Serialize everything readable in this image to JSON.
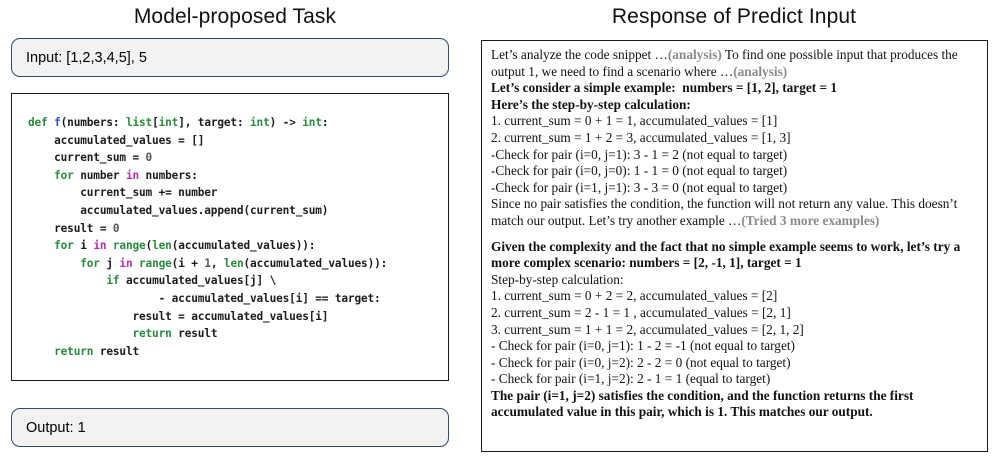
{
  "left": {
    "title": "Model-proposed Task",
    "input_label": "Input: [1,2,3,4,5], 5",
    "output_label": "Output: 1",
    "code_lines": [
      {
        "tokens": [
          {
            "t": "def",
            "c": "kw"
          },
          {
            "t": " ",
            "c": ""
          },
          {
            "t": "f",
            "c": "fn"
          },
          {
            "t": "(numbers: ",
            "c": ""
          },
          {
            "t": "list",
            "c": "bi"
          },
          {
            "t": "[",
            "c": ""
          },
          {
            "t": "int",
            "c": "bi"
          },
          {
            "t": "], target: ",
            "c": ""
          },
          {
            "t": "int",
            "c": "bi"
          },
          {
            "t": ") -> ",
            "c": ""
          },
          {
            "t": "int",
            "c": "bi"
          },
          {
            "t": ":",
            "c": ""
          }
        ]
      },
      {
        "tokens": [
          {
            "t": "    accumulated_values = []",
            "c": ""
          }
        ]
      },
      {
        "tokens": [
          {
            "t": "    current_sum = ",
            "c": ""
          },
          {
            "t": "0",
            "c": "num"
          }
        ]
      },
      {
        "tokens": [
          {
            "t": "    ",
            "c": ""
          },
          {
            "t": "for",
            "c": "kw"
          },
          {
            "t": " number ",
            "c": ""
          },
          {
            "t": "in",
            "c": "op"
          },
          {
            "t": " numbers:",
            "c": ""
          }
        ]
      },
      {
        "tokens": [
          {
            "t": "        current_sum += number",
            "c": ""
          }
        ]
      },
      {
        "tokens": [
          {
            "t": "        accumulated_values.append(current_sum)",
            "c": ""
          }
        ]
      },
      {
        "tokens": [
          {
            "t": "    result = ",
            "c": ""
          },
          {
            "t": "0",
            "c": "num"
          }
        ]
      },
      {
        "tokens": [
          {
            "t": "    ",
            "c": ""
          },
          {
            "t": "for",
            "c": "kw"
          },
          {
            "t": " i ",
            "c": ""
          },
          {
            "t": "in",
            "c": "op"
          },
          {
            "t": " ",
            "c": ""
          },
          {
            "t": "range",
            "c": "bi"
          },
          {
            "t": "(",
            "c": ""
          },
          {
            "t": "len",
            "c": "bi"
          },
          {
            "t": "(accumulated_values)):",
            "c": ""
          }
        ]
      },
      {
        "tokens": [
          {
            "t": "        ",
            "c": ""
          },
          {
            "t": "for",
            "c": "kw"
          },
          {
            "t": " j ",
            "c": ""
          },
          {
            "t": "in",
            "c": "op"
          },
          {
            "t": " ",
            "c": ""
          },
          {
            "t": "range",
            "c": "bi"
          },
          {
            "t": "(i + ",
            "c": ""
          },
          {
            "t": "1",
            "c": "num"
          },
          {
            "t": ", ",
            "c": ""
          },
          {
            "t": "len",
            "c": "bi"
          },
          {
            "t": "(accumulated_values)):",
            "c": ""
          }
        ]
      },
      {
        "tokens": [
          {
            "t": "            ",
            "c": ""
          },
          {
            "t": "if",
            "c": "kw"
          },
          {
            "t": " accumulated_values[j] \\",
            "c": ""
          }
        ]
      },
      {
        "tokens": [
          {
            "t": "                    - accumulated_values[i] == target:",
            "c": ""
          }
        ]
      },
      {
        "tokens": [
          {
            "t": "                result = accumulated_values[i]",
            "c": ""
          }
        ]
      },
      {
        "tokens": [
          {
            "t": "                ",
            "c": ""
          },
          {
            "t": "return",
            "c": "kw"
          },
          {
            "t": " result",
            "c": ""
          }
        ]
      },
      {
        "tokens": [
          {
            "t": "    ",
            "c": ""
          },
          {
            "t": "return",
            "c": "kw"
          },
          {
            "t": " result",
            "c": ""
          }
        ]
      }
    ]
  },
  "right": {
    "title": "Response of Predict Input",
    "lines": [
      {
        "bold": false,
        "spans": [
          {
            "t": "Let’s analyze the code snippet …",
            "g": false
          },
          {
            "t": "(analysis)",
            "g": true
          },
          {
            "t": " To find one possible input that produces the output 1, we need to find a scenario where …",
            "g": false
          },
          {
            "t": "(analysis)",
            "g": true
          }
        ]
      },
      {
        "bold": true,
        "spans": [
          {
            "t": "Let’s consider a simple example:  numbers = [1, 2], target = 1",
            "g": false
          }
        ]
      },
      {
        "bold": true,
        "spans": [
          {
            "t": "Here’s the step-by-step calculation:",
            "g": false
          }
        ]
      },
      {
        "bold": false,
        "spans": [
          {
            "t": "1. current_sum = 0 + 1 = 1, accumulated_values = [1]",
            "g": false
          }
        ]
      },
      {
        "bold": false,
        "spans": [
          {
            "t": "2. current_sum = 1 + 2 = 3, accumulated_values = [1, 3]",
            "g": false
          }
        ]
      },
      {
        "bold": false,
        "spans": [
          {
            "t": "-Check for pair (i=0, j=1): 3 - 1 = 2 (not equal to target)",
            "g": false
          }
        ]
      },
      {
        "bold": false,
        "spans": [
          {
            "t": "-Check for pair (i=0, j=0): 1 - 1 = 0 (not equal to target)",
            "g": false
          }
        ]
      },
      {
        "bold": false,
        "spans": [
          {
            "t": "-Check for pair (i=1, j=1): 3 - 3 = 0 (not equal to target)",
            "g": false
          }
        ]
      },
      {
        "bold": false,
        "spans": [
          {
            "t": "Since no pair satisfies the condition, the function will not return any value. This doesn’t match our output. Let’s try another example …",
            "g": false
          },
          {
            "t": "(Tried 3 more examples)",
            "g": true
          }
        ]
      },
      {
        "spacer": true
      },
      {
        "bold": true,
        "spans": [
          {
            "t": "Given the complexity and the fact that no simple example seems to work, let’s try a more complex scenario: numbers = [2, -1, 1], target = 1",
            "g": false
          }
        ]
      },
      {
        "bold": false,
        "spans": [
          {
            "t": "Step-by-step calculation:",
            "g": false
          }
        ]
      },
      {
        "bold": false,
        "spans": [
          {
            "t": "1. current_sum = 0 + 2 = 2, accumulated_values = [2]",
            "g": false
          }
        ]
      },
      {
        "bold": false,
        "spans": [
          {
            "t": "2. current_sum = 2 - 1 = 1 , accumulated_values = [2, 1]",
            "g": false
          }
        ]
      },
      {
        "bold": false,
        "spans": [
          {
            "t": "3. current_sum = 1 + 1 = 2, accumulated_values = [2, 1, 2]",
            "g": false
          }
        ]
      },
      {
        "bold": false,
        "spans": [
          {
            "t": "- Check for pair (i=0, j=1): 1 - 2 = -1 (not equal to target)",
            "g": false
          }
        ]
      },
      {
        "bold": false,
        "spans": [
          {
            "t": "- Check for pair (i=0, j=2): 2 - 2 = 0 (not equal to target)",
            "g": false
          }
        ]
      },
      {
        "bold": false,
        "spans": [
          {
            "t": "- Check for pair (i=1, j=2): 2 - 1 = 1 (equal to target)",
            "g": false
          }
        ]
      },
      {
        "bold": true,
        "spans": [
          {
            "t": "The pair (i=1, j=2) satisfies the condition, and the function returns the first accumulated value in this pair, which is 1. This matches our output.",
            "g": false
          }
        ]
      }
    ]
  },
  "colors": {
    "io_border": "#2e4a73",
    "io_fill": "#f2f2f2",
    "box_border": "#1a1a1a",
    "keyword": "#2a8a3e",
    "function": "#2b4fd6",
    "operator": "#b030b0",
    "gray_note": "#8a8a8a"
  }
}
